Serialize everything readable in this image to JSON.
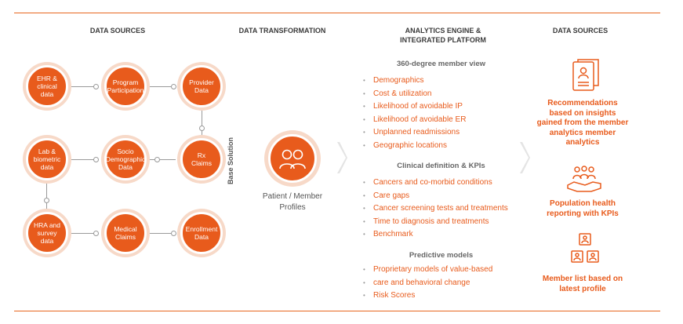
{
  "headers": {
    "sources": "DATA SOURCES",
    "transformation": "DATA TRANSFORMATION",
    "analytics_line1": "ANALYTICS ENGINE &",
    "analytics_line2": "INTEGRATED PLATFORM",
    "outputs": "DATA SOURCES"
  },
  "sources": [
    [
      "EHR &",
      "clinical",
      "data"
    ],
    [
      "Program",
      "Participation"
    ],
    [
      "Provider",
      "Data"
    ],
    [
      "Lab &",
      "biometric",
      "data"
    ],
    [
      "Socio",
      "Demographic",
      "Data"
    ],
    [
      "Rx",
      "Claims"
    ],
    [
      "HRA and",
      "survey",
      "data"
    ],
    [
      "Medical",
      "Claims"
    ],
    [
      "Enrollment",
      "Data"
    ]
  ],
  "base_solution": "Base Solution",
  "profile": {
    "line1": "Patient / Member",
    "line2": "Profiles"
  },
  "analytics": {
    "member_view": {
      "title": "360-degree member view",
      "items": [
        "Demographics",
        "Cost & utilization",
        "Likelihood of avoidable IP",
        "Likelihood of avoidable ER",
        "Unplanned readmissions",
        "Geographic locations"
      ]
    },
    "clinical": {
      "title": "Clinical definition & KPIs",
      "items": [
        "Cancers and co-morbid conditions",
        "Care gaps",
        "Cancer screening tests and treatments",
        "Time to diagnosis and treatments",
        "Benchmark"
      ]
    },
    "predictive": {
      "title": "Predictive models",
      "items": [
        "Proprietary models of value-based",
        "care and behavioral change",
        "Risk Scores"
      ]
    }
  },
  "outputs": [
    {
      "icon": "report-document-icon",
      "lines": [
        "Recommendations",
        "based on insights",
        "gained from the member",
        "analytics member",
        "analytics"
      ]
    },
    {
      "icon": "hands-people-icon",
      "lines": [
        "Population health",
        "reporting with KPIs"
      ]
    },
    {
      "icon": "member-list-icon",
      "lines": [
        "Member list based on",
        "latest profile"
      ]
    }
  ],
  "colors": {
    "accent": "#e85b1c",
    "light": "#f7d9c8",
    "text": "#3a3a3a"
  }
}
